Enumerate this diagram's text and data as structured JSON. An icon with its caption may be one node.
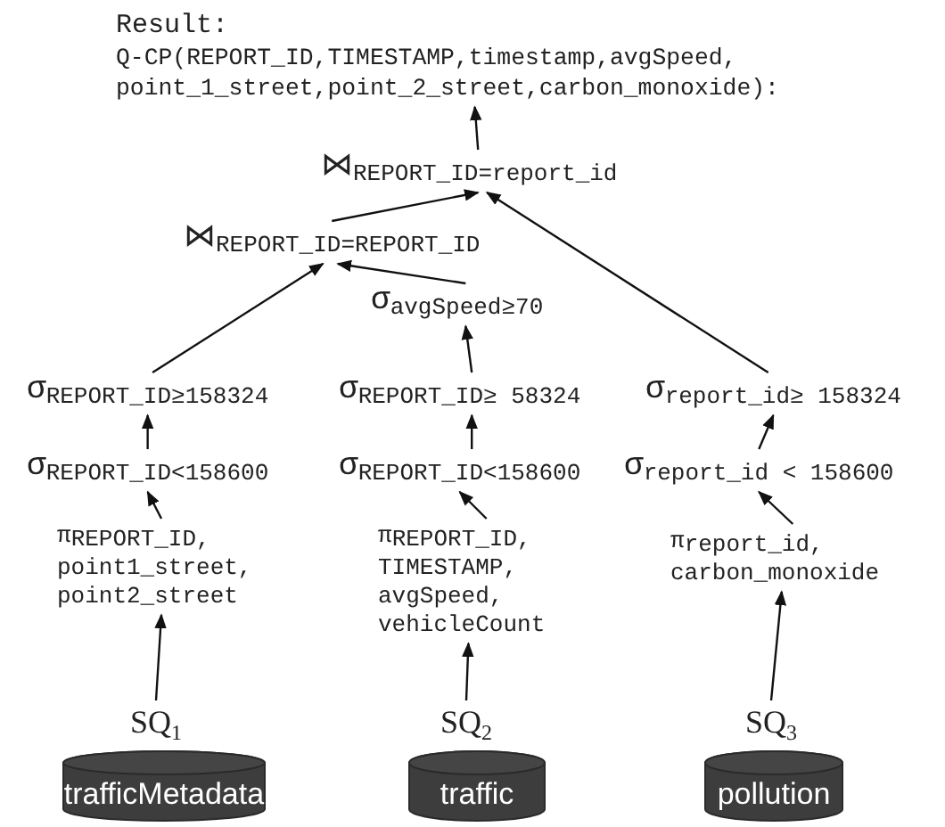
{
  "diagram": {
    "nodes": [
      {
        "text": [
          "Result:",
          "Q-CP(REPORT_ID,TIMESTAMP,timestamp,avgSpeed, point_1_street,point_2_street,carbon_monoxide):"
        ]
      },
      {
        "text": [
          "⋈$_{REPORT_ID=report_id}$"
        ]
      },
      {
        "text": [
          "⋈$_{REPORT_ID=REPORT_ID}$"
        ]
      },
      {
        "text": [
          "σ$_{avgSpeed≥70}$"
        ]
      },
      {
        "text": [
          "σ$_{REPORT_ID≥158324}$"
        ]
      },
      {
        "text": [
          "σ$_{REPORT_ID≥ 58324}$"
        ]
      },
      {
        "text": [
          "σ$_{report_id≥ 158324}$"
        ]
      },
      {
        "text": [
          "σ$_{REPORT_ID<158600}$"
        ]
      },
      {
        "text": [
          "σ$_{REPORT_ID<158600}$"
        ]
      },
      {
        "text": [
          "σ$_{report_id < 158600}$"
        ]
      },
      {
        "text": [
          "π$_{REPORT_ID,}$ point1_street, point2_street"
        ]
      },
      {
        "text": [
          "π$_{REPORT_ID,}$ TIMESTAMP, avgSpeed, vehicleCount"
        ]
      },
      {
        "text": [
          "π$_{report_id,}$ carbon_monoxide"
        ]
      },
      {
        "text": [
          "SQ$_{1}$"
        ]
      },
      {
        "text": [
          "SQ$_{2}$"
        ]
      },
      {
        "text": [
          "SQ$_{3}$"
        ]
      },
      {
        "text": [
          "trafficMetadata"
        ]
      },
      {
        "text": [
          "traffic"
        ]
      },
      {
        "text": [
          "pollution"
        ]
      }
    ],
    "edges": [
      {
        "from": 1,
        "to": 0,
        "arrow": "to"
      },
      {
        "from": 2,
        "to": 1,
        "arrow": "to"
      },
      {
        "from": 6,
        "to": 1,
        "arrow": "to"
      },
      {
        "from": 4,
        "to": 2,
        "arrow": "to"
      },
      {
        "from": 3,
        "to": 2,
        "arrow": "to"
      },
      {
        "from": 5,
        "to": 3,
        "arrow": "to"
      },
      {
        "from": 7,
        "to": 4,
        "arrow": "to"
      },
      {
        "from": 8,
        "to": 5,
        "arrow": "to"
      },
      {
        "from": 9,
        "to": 6,
        "arrow": "to"
      },
      {
        "from": 10,
        "to": 7,
        "arrow": "to"
      },
      {
        "from": 11,
        "to": 8,
        "arrow": "to"
      },
      {
        "from": 12,
        "to": 9,
        "arrow": "to"
      },
      {
        "from": 13,
        "to": 10,
        "arrow": "to"
      },
      {
        "from": 14,
        "to": 11,
        "arrow": "to"
      },
      {
        "from": 15,
        "to": 12,
        "arrow": "to"
      }
    ]
  }
}
